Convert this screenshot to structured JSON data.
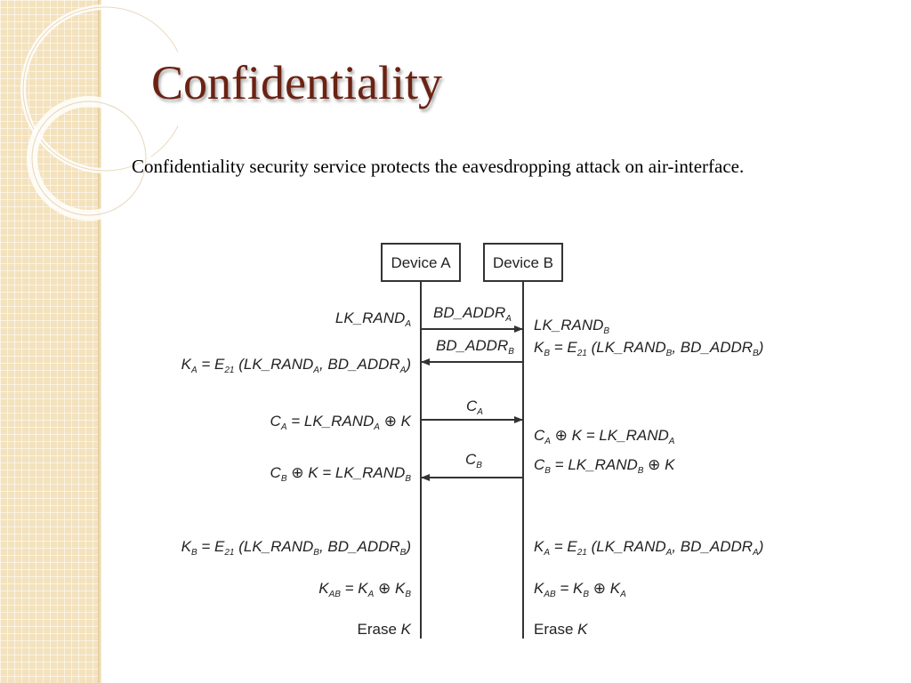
{
  "slide": {
    "title": "Confidentiality",
    "body": "Confidentiality security service protects the eavesdropping attack on air-interface."
  },
  "diagram": {
    "device_a": "Device A",
    "device_b": "Device B",
    "left_labels": [
      "LK_RAND",
      "K = E (LK_RAND, BD_ADDR)",
      "C = LK_RAND ⊕ K",
      "C ⊕ K = LK_RAND",
      "K = E (LK_RAND, BD_ADDR)",
      "K = K ⊕ K",
      "Erase K"
    ],
    "messages": [
      "BD_ADDR",
      "BD_ADDR",
      "C",
      "C"
    ],
    "right_labels": [
      "LK_RAND",
      "K = E (LK_RAND, BD_ADDR)",
      "C ⊕ K = LK_RAND",
      "C = LK_RAND ⊕ K",
      "K = E (LK_RAND, BD_ADDR)",
      "K = K ⊕ K",
      "Erase K"
    ],
    "subscripts": {
      "a": "A",
      "b": "B",
      "e21": "21",
      "ab": "AB"
    }
  },
  "colors": {
    "title": "#6b2212",
    "band": "#f3e2bd",
    "line": "#333333"
  },
  "icons": [
    "decorative-rings"
  ]
}
